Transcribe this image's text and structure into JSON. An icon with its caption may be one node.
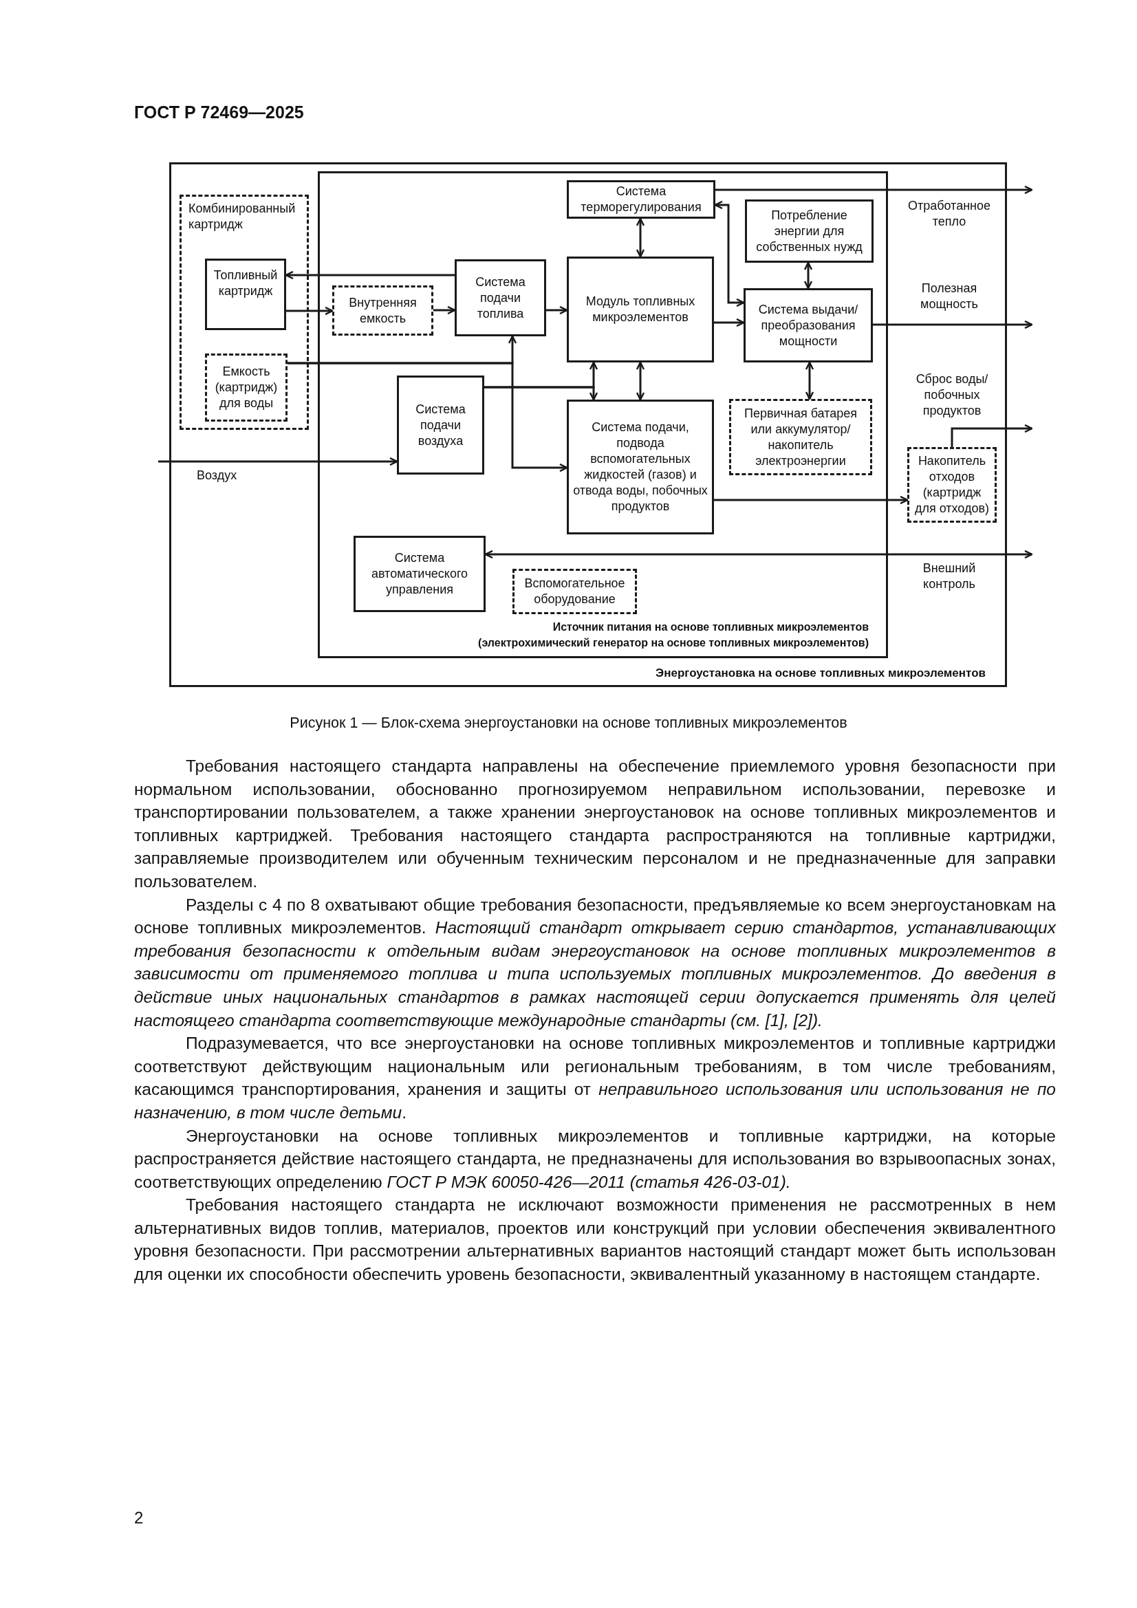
{
  "diagram": {
    "caption": "Рисунок 1 — Блок-схема энергоустановки на основе топливных микроэлементов",
    "nodes": [
      {
        "text": [
          "Энергоустановка на основе топливных микроэлементов"
        ]
      },
      {
        "text": [
          "Комбинированный картридж"
        ],
        "in": 0
      },
      {
        "text": [
          "Топливный картридж"
        ],
        "in": 1
      },
      {
        "text": [
          "Емкость (картридж) для воды"
        ],
        "in": 1
      },
      {
        "text": [
          "Источник питания на основе топливных микроэлементов (электрохимический генератор на основе топливных микроэлементов)"
        ],
        "in": 0
      },
      {
        "text": [
          "Система терморегулирования"
        ],
        "in": 4
      },
      {
        "text": [
          "Потребление энергии для собственных нужд"
        ],
        "in": 4
      },
      {
        "text": [
          "Внутренняя емкость"
        ],
        "in": 4
      },
      {
        "text": [
          "Система подачи топлива"
        ],
        "in": 4
      },
      {
        "text": [
          "Модуль топливных микроэлементов"
        ],
        "in": 4
      },
      {
        "text": [
          "Система выдачи/ преобразования мощности"
        ],
        "in": 4
      },
      {
        "text": [
          "Система подачи воздуха"
        ],
        "in": 4
      },
      {
        "text": [
          "Система подачи, подвода вспомогательных жидкостей (газов) и отвода воды, побочных продуктов"
        ],
        "in": 4
      },
      {
        "text": [
          "Первичная батарея или аккумулятор/ накопитель электроэнергии"
        ],
        "in": 4
      },
      {
        "text": [
          "Система автоматического управления"
        ],
        "in": 4
      },
      {
        "text": [
          "Вспомогательное оборудование"
        ],
        "in": 4
      },
      {
        "text": [
          "Накопитель отходов (картридж для отходов)"
        ],
        "in": 0
      }
    ],
    "edges": [
      {
        "from": 8,
        "to": 2,
        "arrow": "to"
      },
      {
        "from": 2,
        "to": 7,
        "arrow": "to"
      },
      {
        "from": 7,
        "to": 8,
        "arrow": "to"
      },
      {
        "from": 8,
        "to": 9,
        "arrow": "to"
      },
      {
        "from": 3,
        "to": 8,
        "arrow": "to"
      },
      {
        "from": 3,
        "to": 12,
        "arrow": "to"
      },
      {
        "from": 11,
        "to": 9,
        "arrow": "to"
      },
      {
        "from": 11,
        "to": 12,
        "arrow": "to"
      },
      {
        "from": 9,
        "to": 12,
        "arrow": "both"
      },
      {
        "from": 5,
        "to": 9,
        "arrow": "both"
      },
      {
        "from": 9,
        "to": 10,
        "arrow": "to"
      },
      {
        "from": 5,
        "to": 10,
        "arrow": "both"
      },
      {
        "from": 6,
        "to": 10,
        "arrow": "both"
      },
      {
        "from": 10,
        "to": 13,
        "arrow": "both"
      },
      {
        "from": 5,
        "to": null,
        "arrow": "to"
      },
      {
        "from": 10,
        "to": null,
        "arrow": "to"
      },
      {
        "from": 12,
        "to": 16,
        "arrow": "to"
      },
      {
        "from": 16,
        "to": null,
        "arrow": "to"
      },
      {
        "from": null,
        "to": 14,
        "arrow": "both"
      },
      {
        "from": null,
        "to": 11,
        "arrow": "to"
      }
    ],
    "labels": [
      "ГОСТ Р 72469—2025",
      "Отработанное тепло",
      "Полезная мощность",
      "Сброс воды/ побочных продуктов",
      "Воздух",
      "Внешний контроль",
      "Требования настоящего стандарта направлены на обеспечение приемлемого уровня безопасности при нормальном использовании, обоснованно прогнозируемом неправильном использовании, перевозке и транспортировании пользователем, а также хранении энергоустановок на основе топливных микроэлементов и топливных картриджей. Требования настоящего стандарта распространяются на топливные картриджи, заправляемые производителем или обученным техническим персоналом и не предназначенные для заправки пользователем.",
      "Разделы с 4 по 8 охватывают общие требования безопасности, предъявляемые ко всем энергоустановкам на основе топливных микроэлементов. *Настоящий стандарт открывает серию стандартов, устанавливающих требования безопасности к отдельным видам энергоустановок на основе топливных микроэлементов в зависимости от применяемого топлива и типа используемых топливных микроэлементов. До введения в действие иных национальных стандартов в рамках настоящей серии допускается применять для целей настоящего стандарта соответствующие международные стандарты (см. [1], [2]).*",
      "Подразумевается, что все энергоустановки на основе топливных микроэлементов и топливные картриджи соответствуют действующим национальным или региональным требованиям, в том числе требованиям, касающимся транспортирования, хранения и защиты от *неправильного использования или использования не по назначению, в том числе детьми*.",
      "Энергоустановки на основе топливных микроэлементов и топливные картриджи, на которые распространяется действие настоящего стандарта, не предназначены для использования во взрывоопасных зонах, соответствующих определению *ГОСТ Р МЭК 60050-426—2011 (статья 426-03-01).*",
      "Требования настоящего стандарта не исключают возможности применения не рассмотренных в нем альтернативных видов топлив, материалов, проектов или конструкций при условии обеспечения эквивалентного уровня безопасности. При рассмотрении альтернативных вариантов настоящий стандарт может быть использован для оценки их способности обеспечить уровень безопасности, эквивалентный указанному в настоящем стандарте.",
      "2"
    ]
  }
}
